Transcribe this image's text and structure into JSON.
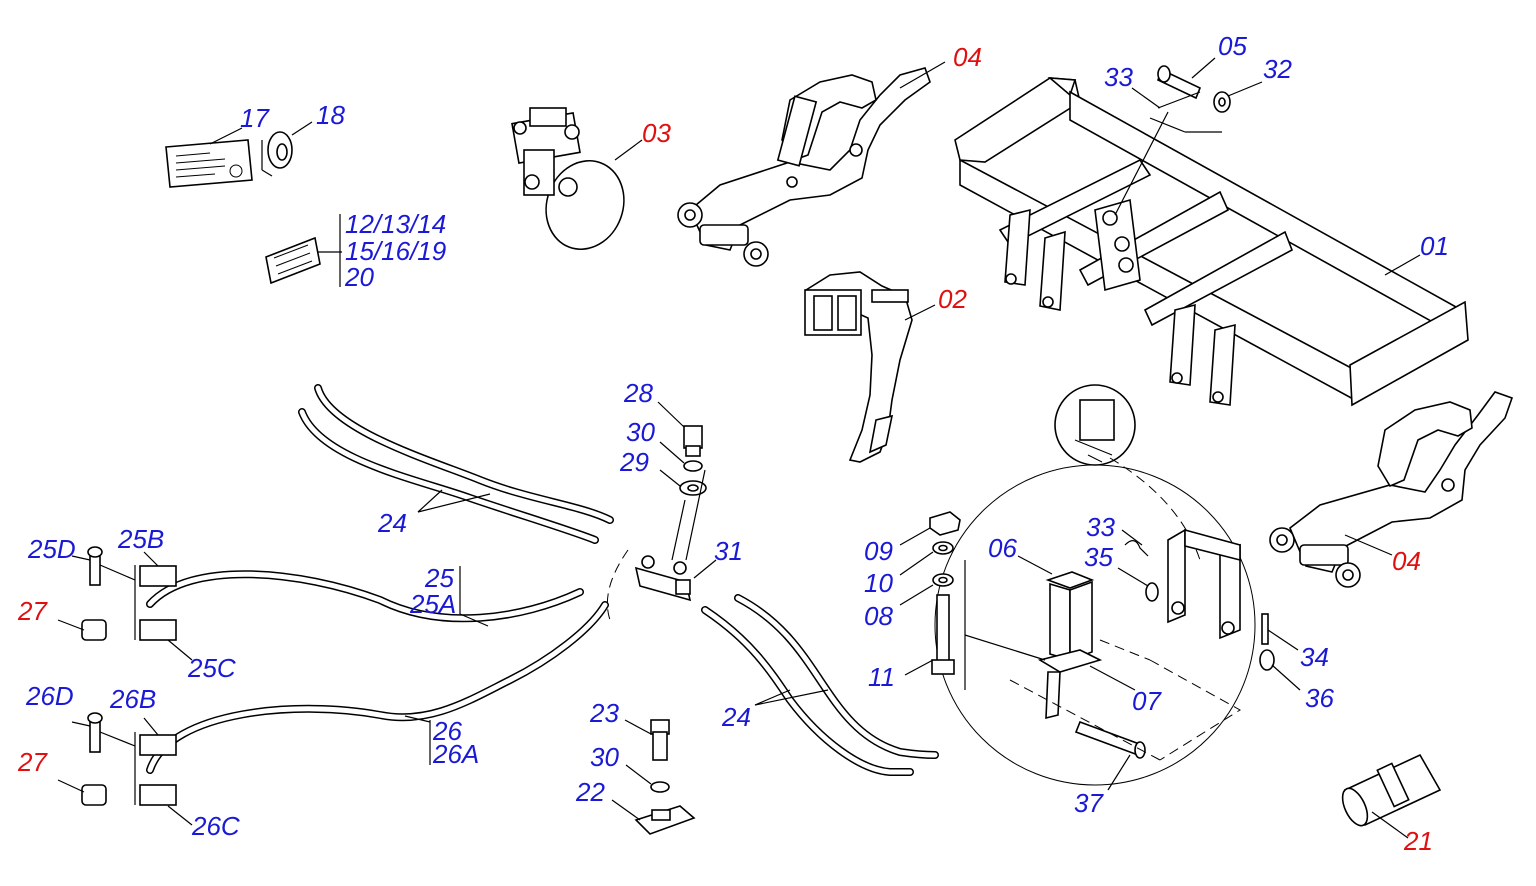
{
  "diagram": {
    "colors": {
      "standard": "#1a1ad6",
      "assembly": "#e01010"
    },
    "labels": {
      "p01": "01",
      "p02": "02",
      "p03": "03",
      "p04a": "04",
      "p04b": "04",
      "p05": "05",
      "p06": "06",
      "p07": "07",
      "p08": "08",
      "p09": "09",
      "p10": "10",
      "p11": "11",
      "p17": "17",
      "p18": "18",
      "p12": "12/13/14",
      "p15": "15/16/19",
      "p20": "20",
      "p21": "21",
      "p22": "22",
      "p23": "23",
      "p24a": "24",
      "p24b": "24",
      "p25": "25",
      "p25A": "25A",
      "p25B": "25B",
      "p25C": "25C",
      "p25D": "25D",
      "p26": "26",
      "p26A": "26A",
      "p26B": "26B",
      "p26C": "26C",
      "p26D": "26D",
      "p27a": "27",
      "p27b": "27",
      "p28": "28",
      "p29": "29",
      "p30a": "30",
      "p30b": "30",
      "p31": "31",
      "p32": "32",
      "p33a": "33",
      "p33b": "33",
      "p34": "34",
      "p35": "35",
      "p36": "36",
      "p37": "37"
    }
  }
}
